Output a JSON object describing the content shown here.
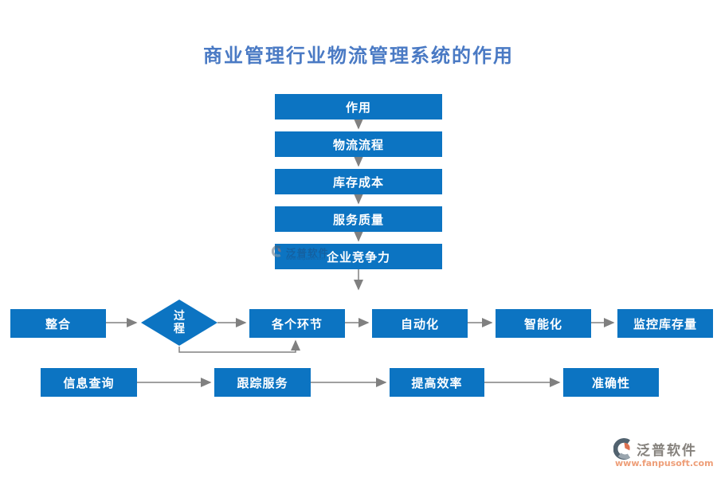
{
  "title": "商业管理行业物流管理系统的作用",
  "colors": {
    "box_blue": "#0c74c2",
    "title_blue": "#4a7ac4",
    "arrow_gray": "#808080",
    "node_text": "#ffffff",
    "logo_text_gray": "#85817c",
    "logo_url_orange": "#ee9e78",
    "logo_mark_dark": "#51626f",
    "logo_mark_gray": "#9aa5ae",
    "logo_mark_orange": "#dd7150"
  },
  "stack": {
    "items": [
      {
        "label": "作用"
      },
      {
        "label": "物流流程"
      },
      {
        "label": "库存成本"
      },
      {
        "label": "服务质量"
      },
      {
        "label": "企业竞争力"
      }
    ]
  },
  "decision": {
    "label": "过程"
  },
  "flow_row": {
    "items": [
      {
        "label": "整合"
      },
      {
        "label": "各个环节"
      },
      {
        "label": "自动化"
      },
      {
        "label": "智能化"
      },
      {
        "label": "监控库存量"
      }
    ]
  },
  "bottom_row": {
    "items": [
      {
        "label": "信息查询"
      },
      {
        "label": "跟踪服务"
      },
      {
        "label": "提高效率"
      },
      {
        "label": "准确性"
      }
    ]
  },
  "watermark": {
    "text": "泛普软件"
  },
  "logo": {
    "name": "泛普软件",
    "url": "www.fanpusoft.com"
  }
}
